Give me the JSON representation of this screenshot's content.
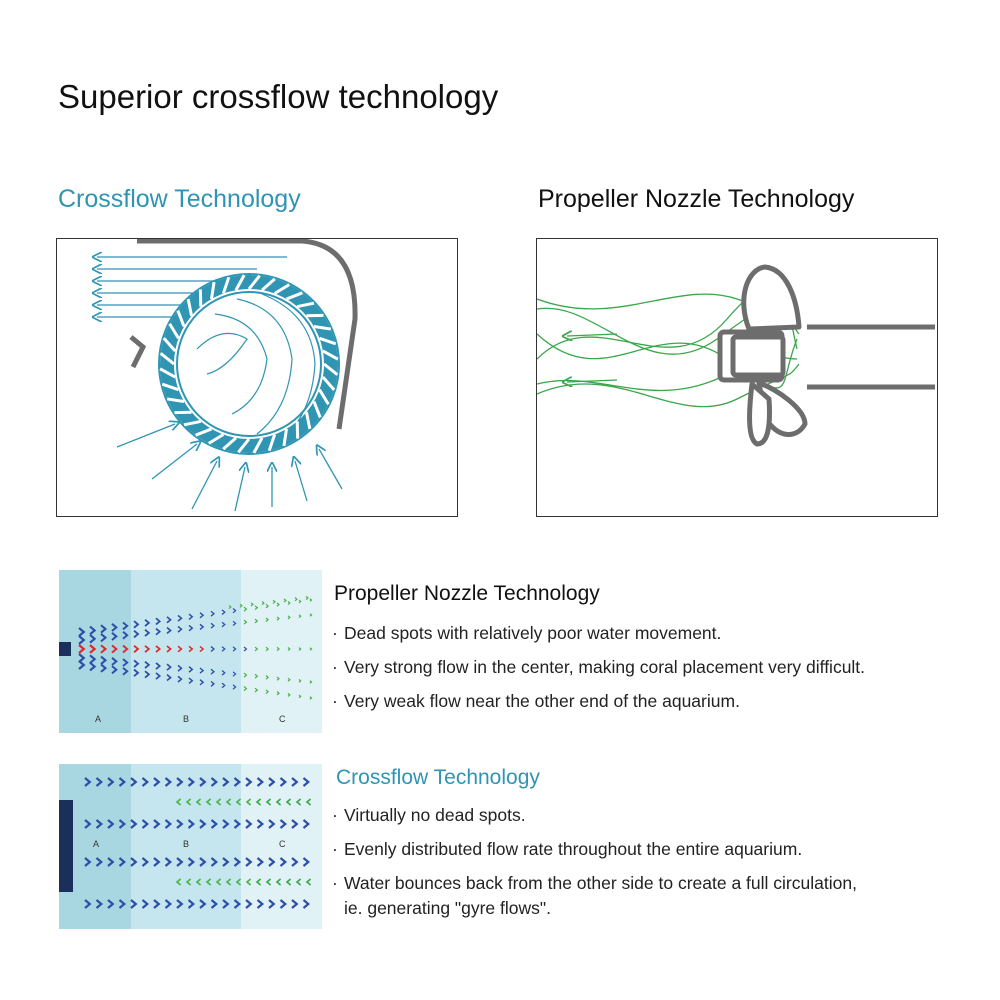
{
  "page": {
    "title": "Superior crossflow technology"
  },
  "diagrams": {
    "crossflow": {
      "title": "Crossflow Technology",
      "colors": {
        "accent": "#2f95b3",
        "housing": "#6d6d6d"
      }
    },
    "propeller": {
      "title": "Propeller Nozzle Technology",
      "colors": {
        "flow": "#3aa64b",
        "housing": "#6d6d6d"
      }
    }
  },
  "comparisons": {
    "propeller": {
      "title": "Propeller Nozzle Technology",
      "zones": [
        "A",
        "B",
        "C"
      ],
      "bullet_mark": "·",
      "bullets": [
        "Dead spots with relatively poor water movement.",
        "Very strong flow in the center, making coral placement very difficult.",
        "Very weak flow near the other end of the aquarium."
      ]
    },
    "crossflow": {
      "title": "Crossflow Technology",
      "zones": [
        "A",
        "B",
        "C"
      ],
      "bullet_mark": "·",
      "bullets": [
        "Virtually no dead spots.",
        "Evenly distributed flow rate throughout the entire aquarium.",
        "Water bounces back from the other side to create a full circulation,",
        "ie. generating \"gyre flows\"."
      ]
    }
  },
  "colors": {
    "accent": "#2f95b3",
    "zone_a": "#a8d7e2",
    "zone_b": "#c5e6ee",
    "zone_c": "#e1f2f6",
    "arrow_blue": "#2d4fa8",
    "arrow_red": "#e0282b",
    "arrow_green": "#49b24a",
    "outlet": "#1a2f5c"
  }
}
